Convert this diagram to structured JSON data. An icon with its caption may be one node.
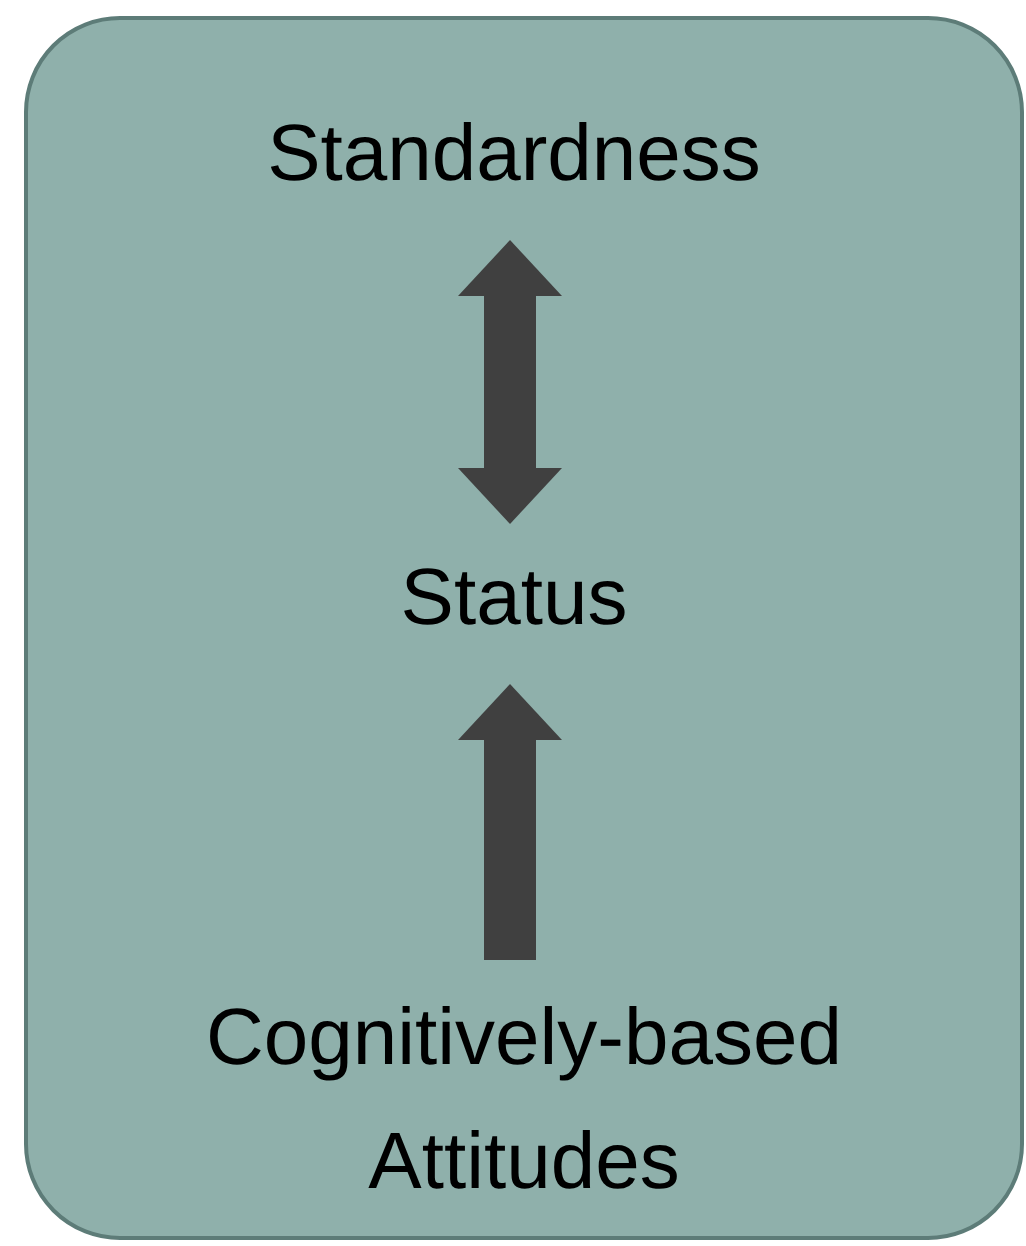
{
  "diagram": {
    "nodes": [
      {
        "text": [],
        "shape": "box"
      },
      {
        "text": [
          "Standardness"
        ],
        "in": 0
      },
      {
        "text": [
          "Status"
        ],
        "in": 0
      },
      {
        "text": [
          "Cognitively-based Attitudes"
        ],
        "in": 0
      }
    ],
    "edges": [
      {
        "from": 1,
        "to": 2,
        "arrow": "both"
      },
      {
        "from": 3,
        "to": 2,
        "arrow": "to"
      }
    ]
  }
}
